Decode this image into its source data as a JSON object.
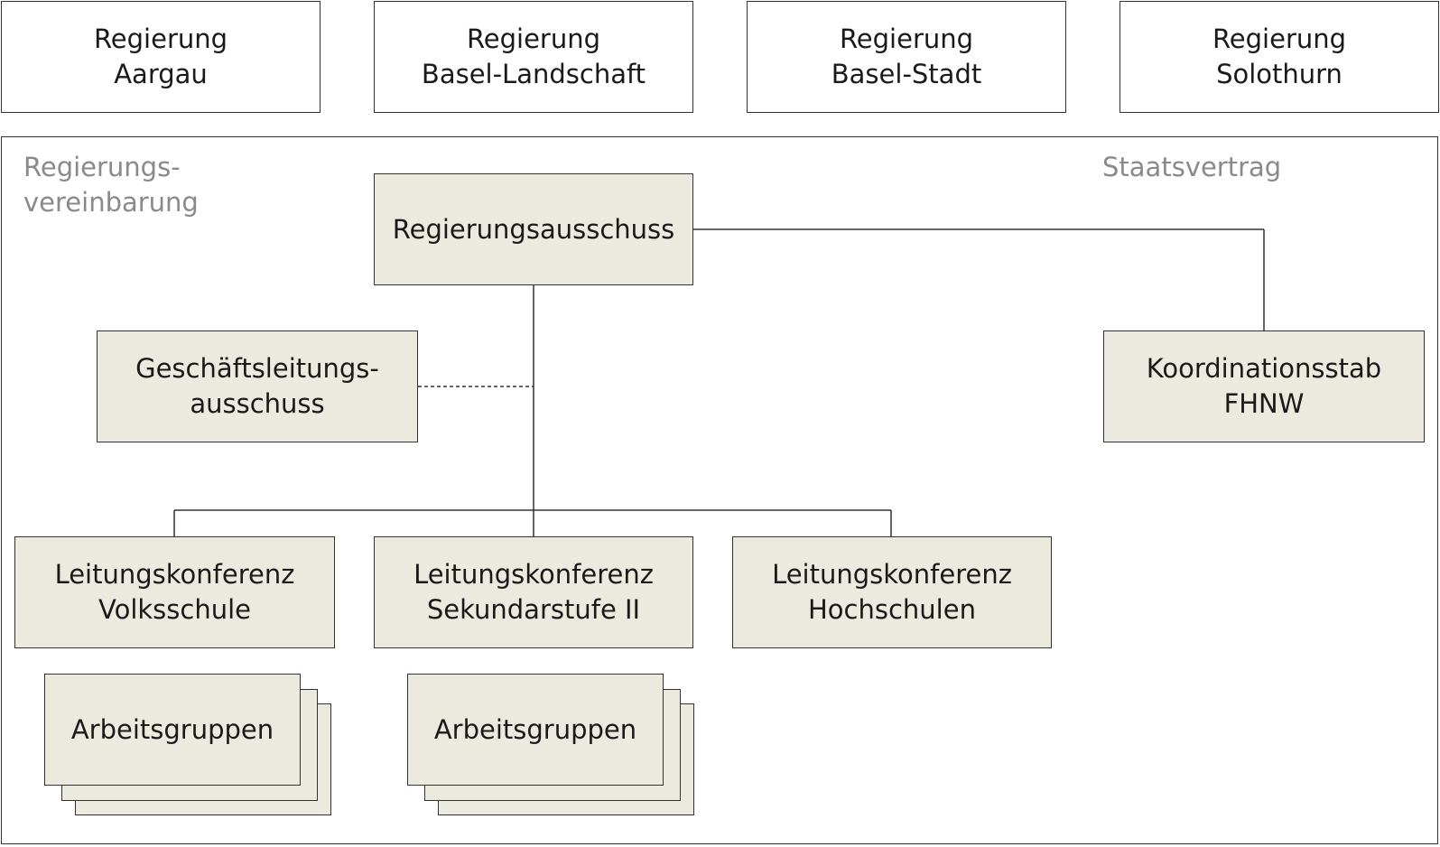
{
  "governments": [
    {
      "line1": "Regierung",
      "line2": "Aargau"
    },
    {
      "line1": "Regierung",
      "line2": "Basel-Landschaft"
    },
    {
      "line1": "Regierung",
      "line2": "Basel-Stadt"
    },
    {
      "line1": "Regierung",
      "line2": "Solothurn"
    }
  ],
  "frame": {
    "left_label_line1": "Regierungs-",
    "left_label_line2": "vereinbarung",
    "right_label": "Staatsvertrag"
  },
  "regierungsausschuss": "Regierungsausschuss",
  "geschaeftsleitung": {
    "line1": "Geschäftsleitungs-",
    "line2": "ausschuss"
  },
  "koordinationsstab": {
    "line1": "Koordinationsstab",
    "line2": "FHNW"
  },
  "conferences": [
    {
      "line1": "Leitungskonferenz",
      "line2": "Volksschule"
    },
    {
      "line1": "Leitungskonferenz",
      "line2": "Sekundarstufe II"
    },
    {
      "line1": "Leitungskonferenz",
      "line2": "Hochschulen"
    }
  ],
  "working_groups": [
    {
      "label": "Arbeitsgruppen"
    },
    {
      "label": "Arbeitsgruppen"
    }
  ],
  "colors": {
    "box_fill": "#ece9df",
    "frame_label": "#8a8a8a",
    "border": "#333333"
  }
}
